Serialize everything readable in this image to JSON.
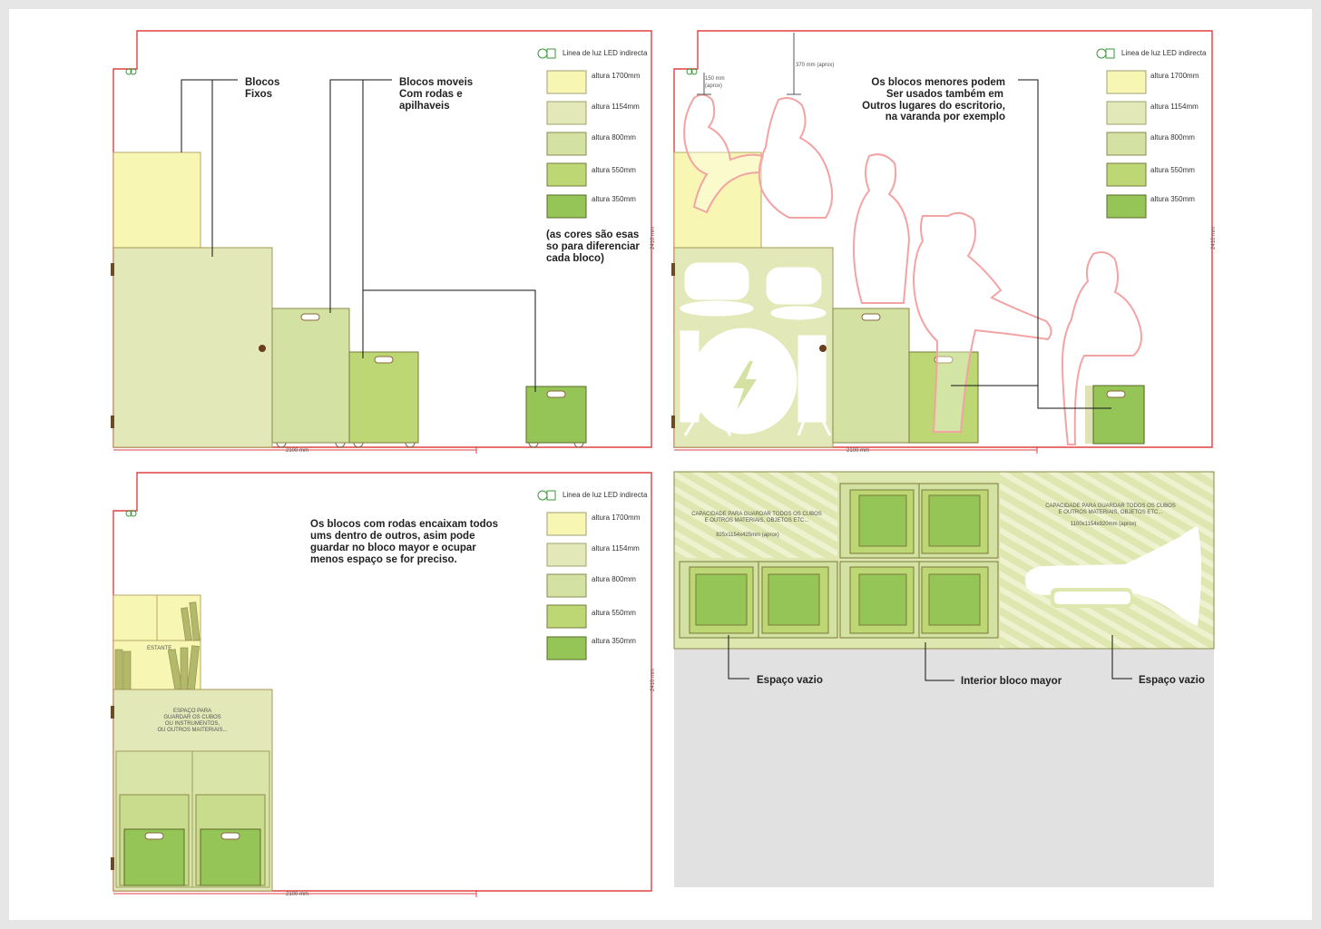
{
  "legend": {
    "led_label": "Linea de luz LED indirecta",
    "items": [
      {
        "label": "altura 1700mm",
        "color": "#f7f7b3"
      },
      {
        "label": "altura 1154mm",
        "color": "#e2e8b7"
      },
      {
        "label": "altura 800mm",
        "color": "#d3e1a3"
      },
      {
        "label": "altura 550mm",
        "color": "#bcd774"
      },
      {
        "label": "altura 350mm",
        "color": "#95c556"
      }
    ]
  },
  "panel1": {
    "label_fixed": [
      "Blocos",
      "Fixos"
    ],
    "label_mobile": [
      "Blocos moveis",
      "Com rodas e",
      "apilhaveis"
    ],
    "color_note": [
      "(as cores são esas",
      "so para diferenciar",
      "cada bloco)"
    ],
    "width_dim": "2100 mm",
    "height_dim": "2410 mm"
  },
  "panel2": {
    "dim_150": [
      "150 mm",
      "(aprox)"
    ],
    "dim_370": "370 mm (aprox)",
    "note": [
      "Os blocos menores podem",
      "Ser usados também em",
      "Outros lugares do escritorio,",
      "na varanda por exemplo"
    ],
    "width_dim": "2100 mm",
    "height_dim": "2410 mm"
  },
  "panel3": {
    "note": [
      "Os blocos com rodas encaixam todos",
      "ums dentro de outros, asim pode",
      "guardar no bloco mayor e ocupar",
      "menos espaço se for preciso."
    ],
    "estante": "ESTANTE",
    "storage": [
      "ESPAÇO PARA",
      "GUARDAR OS CUBOS",
      "OU INSTRUMENTOS,",
      "OU OUTROS MAITERIAIS..."
    ],
    "width_dim": "2100 mm",
    "height_dim": "2410 mm"
  },
  "panel4": {
    "left_cap": [
      "CAPACIDADE PARA GUARDAR TODOS OS CUBOS",
      "E OUTROS MATERIAIS, OBJETOS ETC..."
    ],
    "left_dim": "825x1154x425mm (aprox)",
    "right_cap": [
      "CAPACIDADE PARA GUARDAR TODOS OS CUBOS",
      "E OUTROS MATERIAIS, OBJETOS ETC..."
    ],
    "right_dim": "1100x1154x920mm (aprox)",
    "label_empty_left": "Espaço vazio",
    "label_interior": "Interior bloco mayor",
    "label_empty_right": "Espaço vazio"
  }
}
